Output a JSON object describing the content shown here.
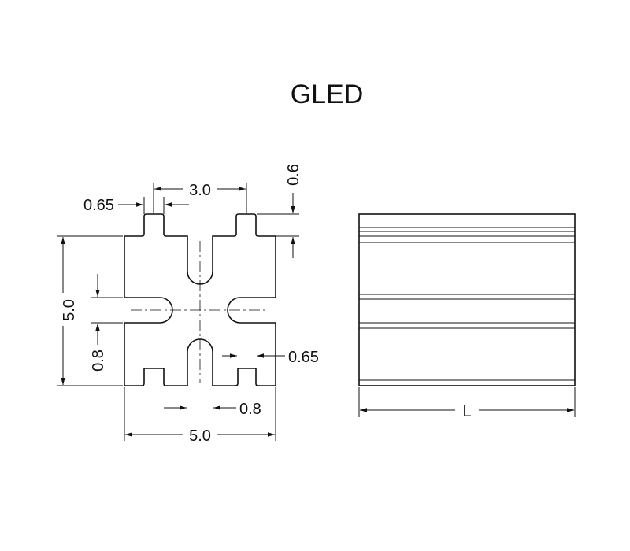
{
  "title": "GLED",
  "cross_section": {
    "dim_top_width": "3.0",
    "dim_tab_width": "0.65",
    "dim_tab_height": "0.6",
    "dim_height": "5.0",
    "dim_slot_left": "0.8",
    "dim_foot_right": "0.65",
    "dim_slot_bottom": "0.8",
    "dim_width": "5.0"
  },
  "side_view": {
    "dim_length": "L"
  },
  "colors": {
    "line": "#111111",
    "background": "#ffffff"
  }
}
